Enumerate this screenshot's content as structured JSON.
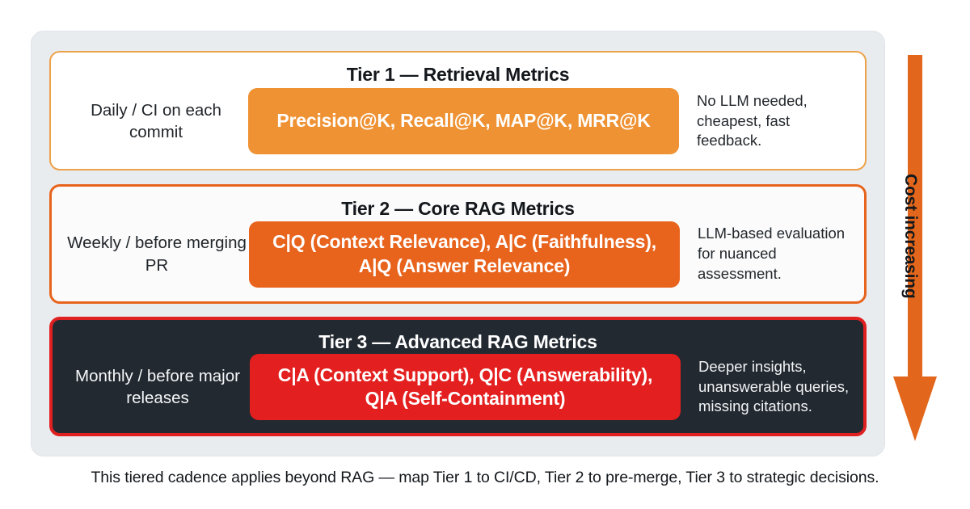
{
  "diagram": {
    "tiers": [
      {
        "id": "tier-1",
        "title": "Tier 1 — Retrieval Metrics",
        "cadence": "Daily / CI on each commit",
        "metrics": "Precision@K, Recall@K, MAP@K, MRR@K",
        "note": "No LLM needed, cheapest, fast feedback.",
        "accent": "#eda24a",
        "pill_color": "#ef9233"
      },
      {
        "id": "tier-2",
        "title": "Tier 2 — Core RAG Metrics",
        "cadence": "Weekly / before merging PR",
        "metrics": "C|Q (Context Relevance), A|C (Faithfulness), A|Q (Answer Relevance)",
        "note": "LLM-based evaluation for nuanced assessment.",
        "accent": "#e8631c",
        "pill_color": "#e8631c"
      },
      {
        "id": "tier-3",
        "title": "Tier 3 — Advanced RAG Metrics",
        "cadence": "Monthly / before major releases",
        "metrics": "C|A (Context Support), Q|C (Answerability), Q|A (Self-Containment)",
        "note": "Deeper insights, unanswerable queries, missing citations.",
        "accent": "#e02020",
        "pill_color": "#e41f1f"
      }
    ],
    "axis": {
      "label": "Cost increasing",
      "direction": "down",
      "color": "#e2661b"
    },
    "caption": "This tiered cadence applies beyond RAG — map Tier 1 to CI/CD, Tier 2 to pre-merge, Tier 3 to strategic decisions.",
    "panel_background": "#e9ecef"
  }
}
